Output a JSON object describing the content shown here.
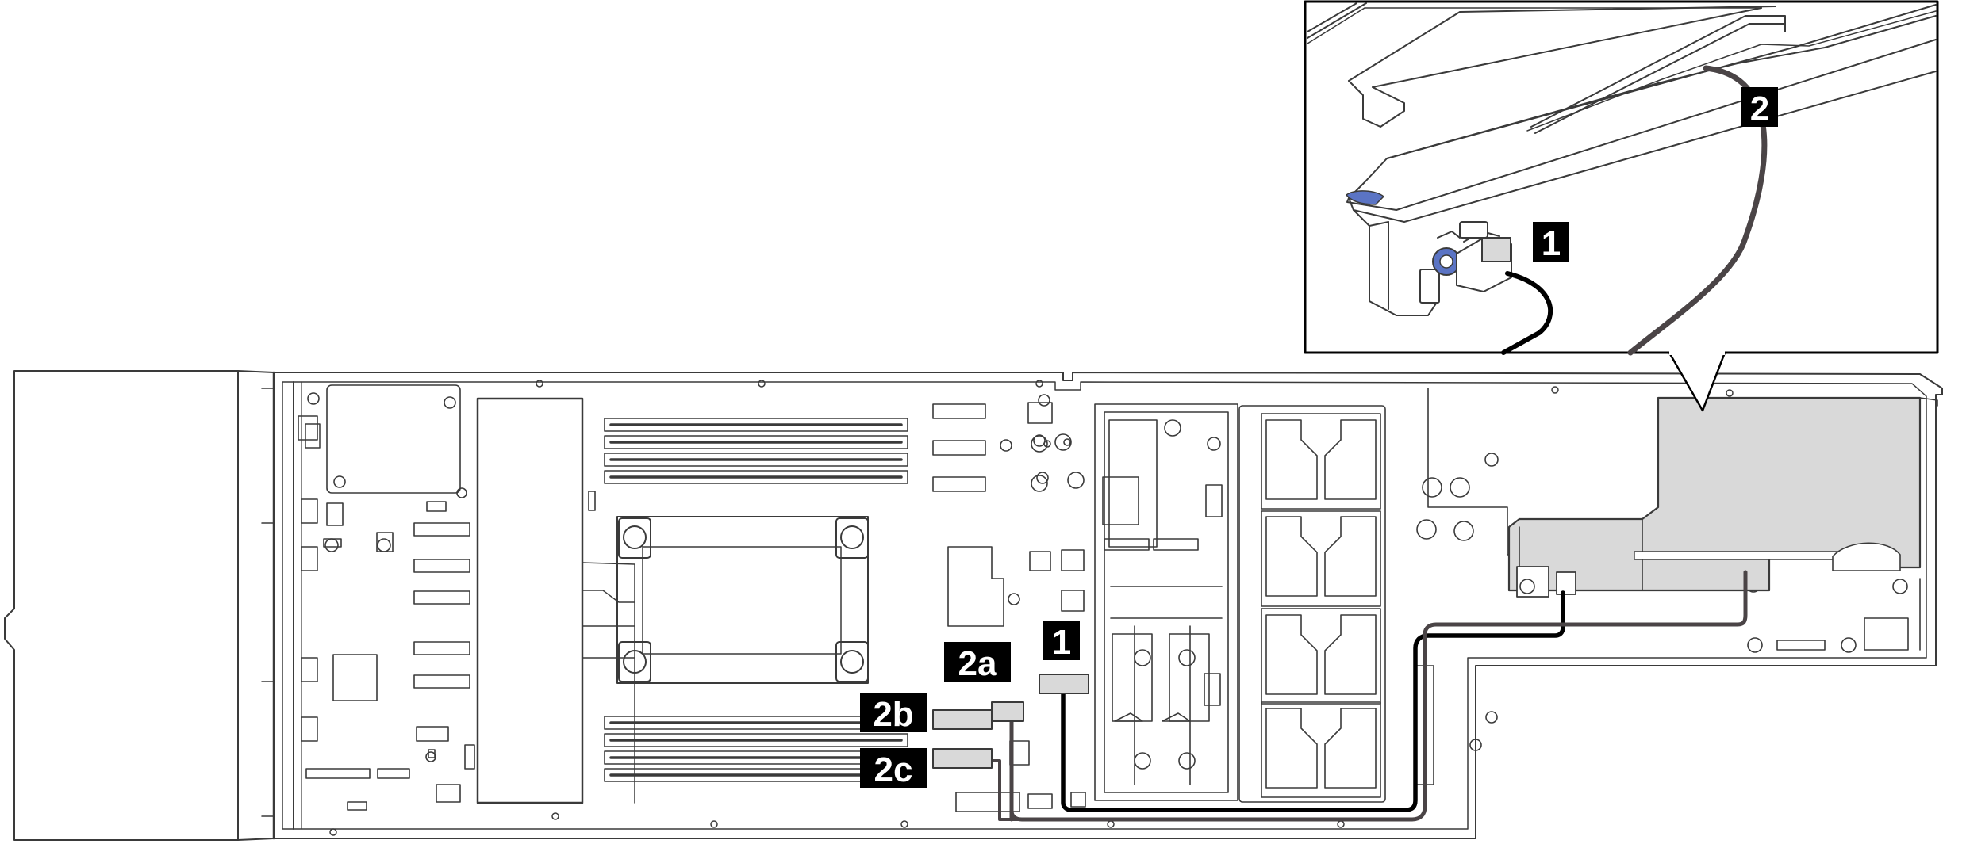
{
  "colors": {
    "line": "#3a3a3a",
    "cable_black": "#000000",
    "cable_gray": "#4a4446",
    "riser_fill": "#d9d9d9",
    "blue_accent": "#5b74c4",
    "callout_bg": "#000000",
    "callout_fg": "#ffffff"
  },
  "callouts": {
    "c1_main": "1",
    "c2a": "2a",
    "c2b": "2b",
    "c2c": "2c",
    "c1_inset": "1",
    "c2_inset": "2"
  }
}
